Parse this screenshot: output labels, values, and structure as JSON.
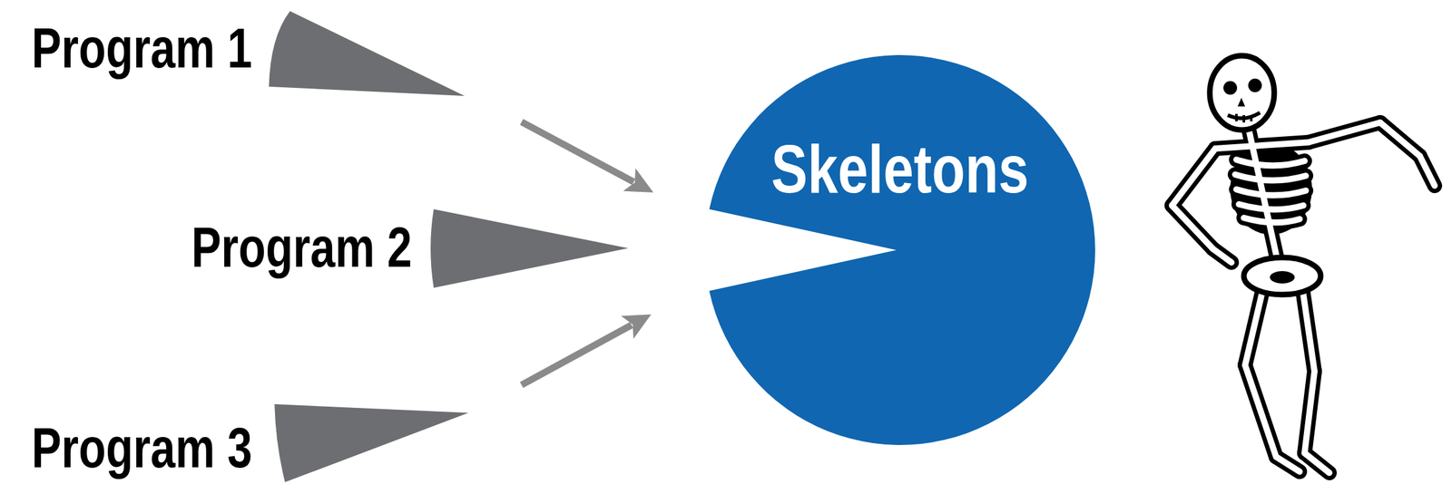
{
  "diagram": {
    "nodes": [
      {
        "text": [
          "Program 1"
        ]
      },
      {
        "text": [
          "Program 2"
        ]
      },
      {
        "text": [
          "Program 3"
        ]
      },
      {
        "text": [
          "Skeletons"
        ]
      }
    ],
    "edges": [
      {
        "from": 0,
        "to": 3,
        "arrow": "to"
      },
      {
        "from": 2,
        "to": 3,
        "arrow": "to"
      }
    ]
  }
}
